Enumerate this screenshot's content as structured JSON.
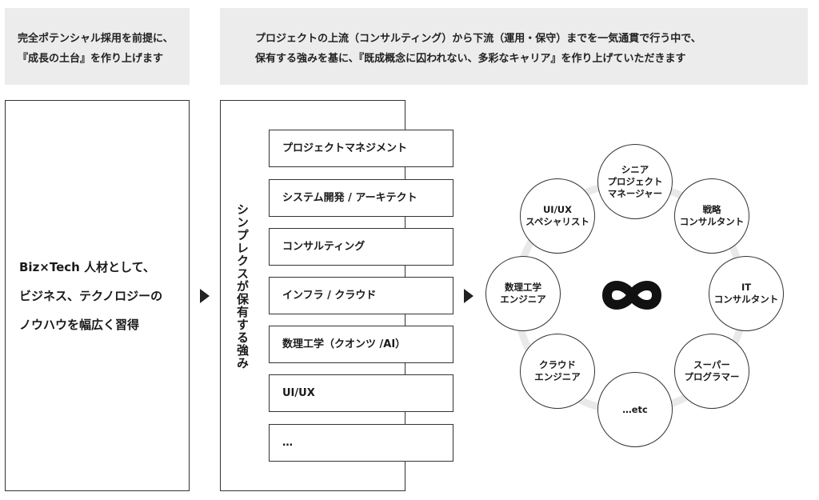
{
  "banners": {
    "left": [
      "完全ポテンシャル採用を前提に、",
      "『成長の土台』を作り上げます"
    ],
    "right": [
      "プロジェクトの上流（コンサルティング）から下流（運用・保守）までを一気通貫で行う中で、",
      "保有する強みを基に、『既成概念に囚われない、多彩なキャリア』を作り上げていただきます"
    ]
  },
  "foundation": {
    "lines": [
      "Biz×Tech 人材として、",
      "ビジネス、テクノロジーの",
      "ノウハウを幅広く習得"
    ]
  },
  "strengths": {
    "label": "シンプレクスが保有する強み",
    "items": [
      "プロジェクトマネジメント",
      "システム開発 / アーキテクト",
      "コンサルティング",
      "インフラ / クラウド",
      "数理工学（クオンツ /AI）",
      "UI/UX",
      "…"
    ]
  },
  "careers": [
    "シニア\nプロジェクト\nマネージャー",
    "戦略\nコンサルタント",
    "IT\nコンサルタント",
    "スーパー\nプログラマー",
    "…etc",
    "クラウド\nエンジニア",
    "数理工学\nエンジニア",
    "UI/UX\nスペシャリスト"
  ],
  "colors": {
    "banner_bg": "#ececec",
    "ring": "#e9e9e9",
    "border": "#333333",
    "arrow": "#222222"
  },
  "icons": {
    "center": "infinity-icon",
    "connector": "triangle-right-icon"
  }
}
